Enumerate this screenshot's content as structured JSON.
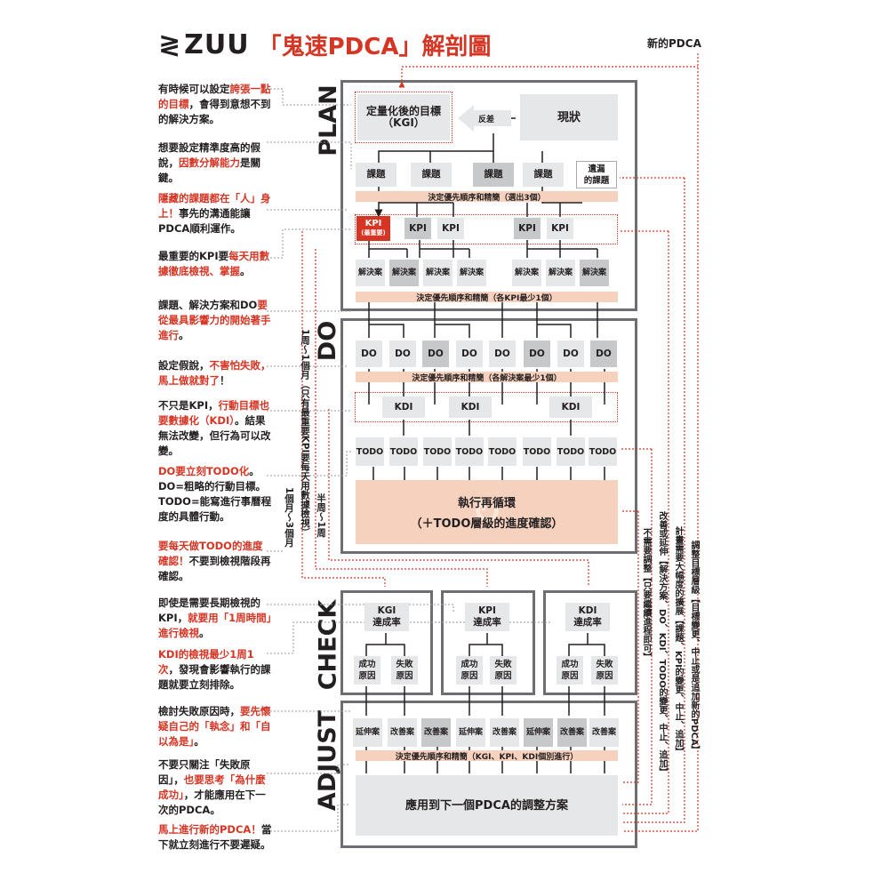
{
  "header": {
    "logo": "ZUU",
    "title": "「鬼速PDCA」解剖圖",
    "new_pdca": "新的PDCA"
  },
  "phases": {
    "plan": "PLAN",
    "do": "DO",
    "check": "CHECK",
    "adjust": "ADJUST"
  },
  "notes": [
    {
      "segments": [
        {
          "t": "有時候可以設定",
          "red": false
        },
        {
          "t": "誇張一點的目標",
          "red": true
        },
        {
          "t": "，會得到意想不到的解決方案。",
          "red": false
        }
      ]
    },
    {
      "segments": [
        {
          "t": "想要設定精準度高的假說，",
          "red": false
        },
        {
          "t": "因數分解能力",
          "red": true
        },
        {
          "t": "是關鍵。",
          "red": false
        }
      ]
    },
    {
      "segments": [
        {
          "t": "隱藏的課題都在「人」身上！",
          "red": true
        },
        {
          "t": "事先的溝通能讓PDCA順利運作。",
          "red": false
        }
      ]
    },
    {
      "segments": [
        {
          "t": "最重要的KPI要",
          "red": false
        },
        {
          "t": "每天用數據徹底檢視、掌握",
          "red": true
        },
        {
          "t": "。",
          "red": false
        }
      ]
    },
    {
      "segments": [
        {
          "t": "課題、解決方案和DO",
          "red": false
        },
        {
          "t": "要從最具影響力的開始著手進行",
          "red": true
        },
        {
          "t": "。",
          "red": false
        }
      ]
    },
    {
      "segments": [
        {
          "t": "設定假說，",
          "red": false
        },
        {
          "t": "不害怕失敗，馬上做就對了",
          "red": true
        },
        {
          "t": "！",
          "red": false
        }
      ]
    },
    {
      "segments": [
        {
          "t": "不只是KPI，",
          "red": false
        },
        {
          "t": "行動目標也要數據化（KDI）",
          "red": true
        },
        {
          "t": "。結果無法改變，但行為可以改變。",
          "red": false
        }
      ]
    },
    {
      "segments": [
        {
          "t": "DO要立刻TODO化",
          "red": true
        },
        {
          "t": "。DO=粗略的行動目標。TODO=能寫進行事曆程度的具體行動。",
          "red": false
        }
      ]
    },
    {
      "segments": [
        {
          "t": "要每天做TODO的進度確認！",
          "red": true
        },
        {
          "t": "不要到檢視階段再確認。",
          "red": false
        }
      ]
    },
    {
      "segments": [
        {
          "t": "即使是需要長期檢視的KPI，",
          "red": false
        },
        {
          "t": "就要用「1周時間」進行檢視",
          "red": true
        },
        {
          "t": "。",
          "red": false
        }
      ]
    },
    {
      "segments": [
        {
          "t": "KDI的檢視最少1周1次",
          "red": true
        },
        {
          "t": "，發現會影響執行的課題就要立刻排除。",
          "red": false
        }
      ]
    },
    {
      "segments": [
        {
          "t": "檢討失敗原因時，",
          "red": false
        },
        {
          "t": "要先懷疑自己的「執念」和「自以為是」",
          "red": true
        },
        {
          "t": "。",
          "red": false
        }
      ]
    },
    {
      "segments": [
        {
          "t": "不要只關注「失敗原因」，",
          "red": false
        },
        {
          "t": "也要思考「為什麼成功」",
          "red": true
        },
        {
          "t": "，才能應用在下一次的PDCA。",
          "red": false
        }
      ]
    },
    {
      "segments": [
        {
          "t": "馬上進行新的PDCA！",
          "red": true
        },
        {
          "t": "當下就立刻進行不要遲疑。",
          "red": false
        }
      ]
    }
  ],
  "plan": {
    "kgi": "定量化後的目標\n（KGI）",
    "gap": "反差",
    "current": "現狀",
    "issues": [
      "課題",
      "課題",
      "課題",
      "課題"
    ],
    "missed": "遺漏\n的課題",
    "band1": "決定優先順序和精簡（選出3個）",
    "kpi_main": "KPI",
    "kpi_main_sub": "(最重要)",
    "kpis": [
      "KPI",
      "KPI",
      "KPI",
      "KPI"
    ],
    "solutions": [
      "解決案",
      "解決案",
      "解決案",
      "解決案",
      "解決案",
      "解決案",
      "解決案"
    ],
    "band2": "決定優先順序和精簡（各KPI最少1個）"
  },
  "do": {
    "dos": [
      "DO",
      "DO",
      "DO",
      "DO",
      "DO",
      "DO",
      "DO",
      "DO"
    ],
    "band": "決定優先順序和精簡（各解決案最少1個）",
    "kdis": [
      "KDI",
      "KDI",
      "KDI"
    ],
    "todos": [
      "TODO",
      "TODO",
      "TODO",
      "TODO",
      "TODO",
      "TODO",
      "TODO",
      "TODO"
    ],
    "loop_title": "執行再循環",
    "loop_sub": "（＋TODO層級的進度確認）"
  },
  "freq": {
    "a": "1個月～3個月",
    "b": "1周～1個月（只有最重要KPI要每天用數據檢視）",
    "c": "半周～1周"
  },
  "check": {
    "kgi": "KGI\n達成率",
    "kpi": "KPI\n達成率",
    "kdi": "KDI\n達成率",
    "success": "成功\n原因",
    "fail": "失敗\n原因"
  },
  "adjust": {
    "items": [
      "延伸案",
      "改善案",
      "改善案",
      "延伸案",
      "改善案",
      "延伸案",
      "改善案",
      "改善案"
    ],
    "band": "決定優先順序和精簡（KGI、KPI、KDI個別進行）",
    "apply": "應用到下一個PDCA的調整方案"
  },
  "right_labels": [
    "不需要調整【只要繼續進程即可】",
    "改善或延伸【解決方案、DO、KDI、TODO的變更、中止、追加】",
    "計畫需要大幅度的擴展【課題、KPI的變更、中止、追加】",
    "調整目標層級【目標變更、中止或是追加新的PDCA】"
  ],
  "colors": {
    "red": "#d63524",
    "gray": "#6d6e71",
    "box": "#e6e7e8",
    "band": "#f6d2be"
  }
}
